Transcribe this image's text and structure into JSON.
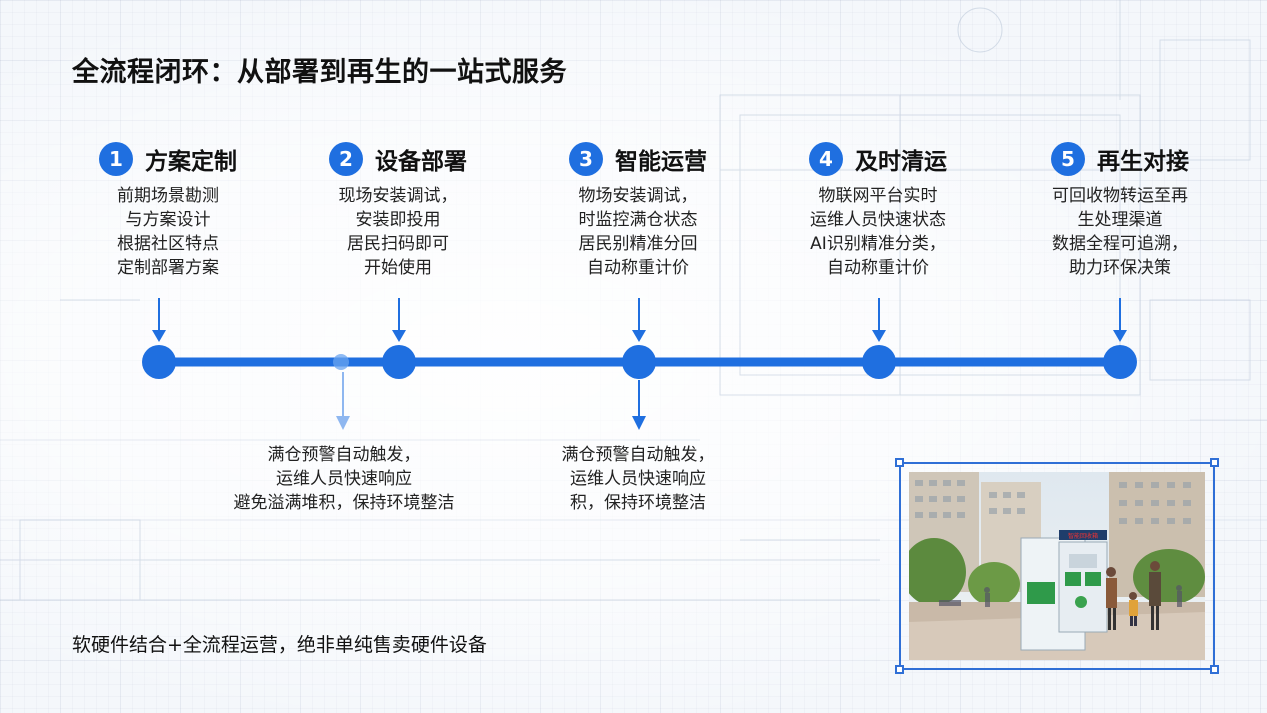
{
  "title": "全流程闭环：从部署到再生的一站式服务",
  "steps": [
    {
      "num": "1",
      "title": "方案定制",
      "lines": [
        "前期场景勘测",
        "与方案设计",
        "根据社区特点",
        "定制部署方案"
      ]
    },
    {
      "num": "2",
      "title": "设备部署",
      "lines": [
        "现场安装调试，",
        "安装即投用",
        "居民扫码即可",
        "开始使用"
      ]
    },
    {
      "num": "3",
      "title": "智能运营",
      "lines": [
        "物场安装调试，",
        "时监控满仓状态",
        "居民别精准分回",
        "自动称重计价"
      ]
    },
    {
      "num": "4",
      "title": "及时清运",
      "lines": [
        "物联网平台实时",
        "运维人员快速状态",
        "AI识别精准分类，",
        "自动称重计价"
      ]
    },
    {
      "num": "5",
      "title": "再生对接",
      "lines": [
        "可回收物转运至再",
        "生处理渠道",
        "数据全程可追溯，",
        "助力环保决策"
      ]
    }
  ],
  "notes": [
    {
      "lines": [
        "满仓预警自动触发，",
        "运维人员快速响应",
        "避免溢满堆积，保持环境整洁"
      ]
    },
    {
      "lines": [
        "满仓预警自动触发，",
        "运维人员快速响应",
        "积，保持环境整洁"
      ]
    }
  ],
  "tagline": "软硬件结合+全流程运营，绝非单纯售卖硬件设备",
  "photo": {
    "kiosk_sign": "智能回收箱",
    "caption": "photo of smart recycling kiosk in residential courtyard"
  },
  "colors": {
    "accent": "#1f6fe0",
    "line": "#1f6fe0",
    "light_arrow": "#8fb7f0"
  }
}
